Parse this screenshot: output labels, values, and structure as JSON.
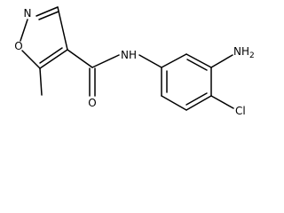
{
  "molecule": {
    "atoms": {
      "ring_n": "N",
      "ring_o": "O",
      "amide_nh": "NH",
      "amide_o": "O",
      "amine_n": "NH",
      "amine_sub": "2",
      "chlorine": "Cl"
    }
  }
}
